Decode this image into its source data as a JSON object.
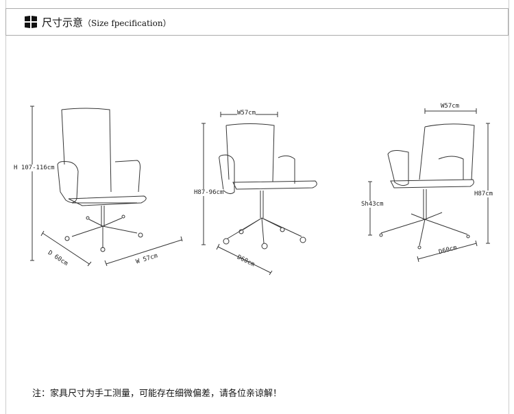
{
  "header": {
    "title_cn": "尺寸示意",
    "title_en": "（Size fpecification）",
    "icon": "grid-blocks-icon"
  },
  "chairs": [
    {
      "name": "high-back-office-chair",
      "height": "H 107-116cm",
      "depth": "D 60cm",
      "width": "W 57cm"
    },
    {
      "name": "mid-back-office-chair",
      "width": "W57cm",
      "height": "H87-96cm",
      "depth": "D60cm"
    },
    {
      "name": "side-chair",
      "width": "W57cm",
      "seat_height": "Sh43cm",
      "height": "H87cm",
      "depth": "D60cm"
    }
  ],
  "footer": {
    "note": "注：家具尺寸为手工测量，可能存在细微偏差，请各位亲谅解！"
  }
}
